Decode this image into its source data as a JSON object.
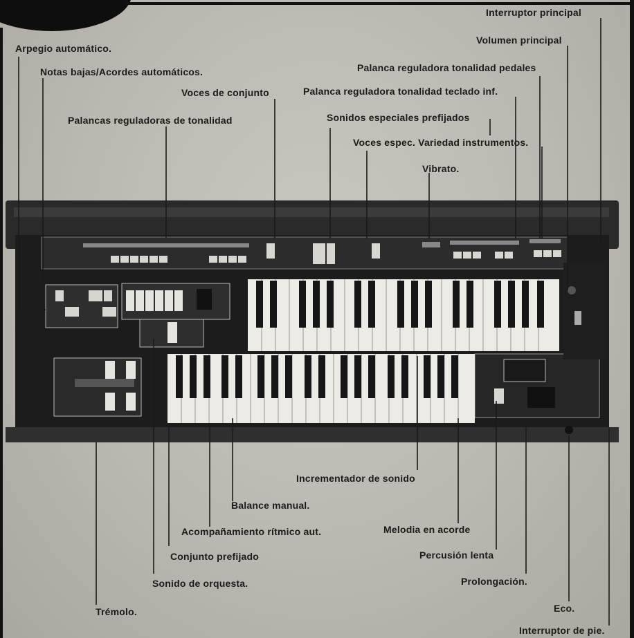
{
  "labels": {
    "interruptor_principal": "Interruptor principal",
    "arpegio": "Arpegio automático.",
    "volumen_principal": "Volumen principal",
    "notas_bajas": "Notas bajas/Acordes automáticos.",
    "palanca_pedales": "Palanca reguladora tonalidad pedales",
    "voces_conjunto": "Voces de conjunto",
    "palanca_teclado_inf": "Palanca reguladora tonalidad teclado inf.",
    "palancas_tonalidad": "Palancas reguladoras de tonalidad",
    "sonidos_especiales": "Sonidos especiales prefijados",
    "voces_espec": "Voces espec. Variedad instrumentos.",
    "vibrato": "Vibrato.",
    "incrementador": "Incrementador de sonido",
    "balance_manual": "Balance manual.",
    "acompanamiento": "Acompañamiento rítmico aut.",
    "melodia_acorde": "Melodia en acorde",
    "conjunto_prefijado": "Conjunto prefijado",
    "percusion_lenta": "Percusión lenta",
    "prolongacion": "Prolongación.",
    "sonido_orquesta": "Sonido de orquesta.",
    "tremolo": "Trémolo.",
    "eco": "Eco.",
    "interruptor_pie": "Interruptor de pie."
  }
}
